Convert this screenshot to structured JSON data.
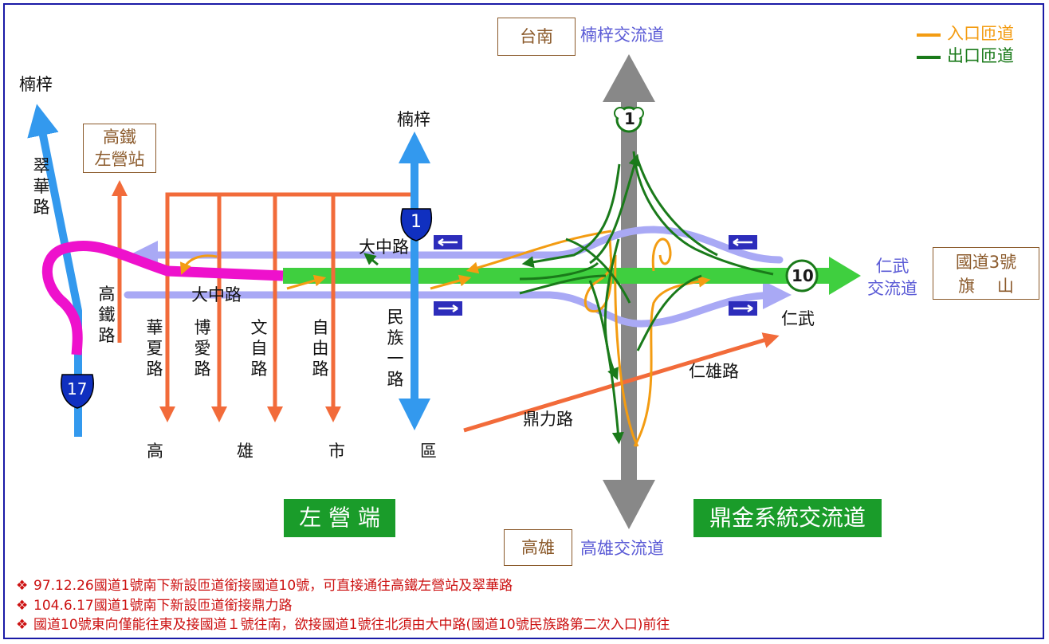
{
  "labels": {
    "nanzi_left": "楠梓",
    "cuihua_rd": "翠華路",
    "hsr_station": "高鐵\n左營站",
    "hsr_rd": "高鐵路",
    "nanzi_mid": "楠梓",
    "dazhong_upper": "大中路",
    "dazhong_lower": "大中路",
    "huaxia_rd": "華夏路",
    "boai_rd": "博愛路",
    "wenzi_rd": "文自路",
    "ziyou_rd": "自由路",
    "minzu1_rd": "民族一路",
    "kaohsiung_city": [
      "高",
      "雄",
      "市",
      "區"
    ],
    "tainan_box": "台南",
    "nanzi_ic": "楠梓交流道",
    "kaohsiung_box": "高雄",
    "kaohsiung_ic": "高雄交流道",
    "renwu_ic": "仁武\n交流道",
    "fwy3_box": "國道3號\n旗　 山",
    "renwu": "仁武",
    "renxiong_rd": "仁雄路",
    "dingli_rd": "鼎力路",
    "zuoying_end": "左 營 端",
    "dingjin_ic": "鼎金系統交流道"
  },
  "shields": {
    "fwy1_national": "1",
    "fwy1_mid": "1",
    "fwy10": "10",
    "fwy17": "17"
  },
  "legend": {
    "entrance": "入口匝道",
    "exit": "出口匝道"
  },
  "notes": [
    "97.12.26國道1號南下新設匝道銜接國道10號，可直接通往高鐵左營站及翠華路",
    "104.6.17國道1號南下新設匝道銜接鼎力路",
    "國道10號東向僅能往東及接國道１號往南，欲接國道1號往北須由大中路(國道10號民族路第二次入口)前往"
  ],
  "colors": {
    "entrance_ramp": "#f39c12",
    "exit_ramp": "#1a7a1a",
    "fwy10": "#3fcf3f",
    "fwy1": "#888888",
    "fwy17": "#3399ee",
    "local_road": "#f26b3a",
    "elevated": "#a9a9f5",
    "magenta": "#ee11cc",
    "banner": "#1a9c2a"
  }
}
